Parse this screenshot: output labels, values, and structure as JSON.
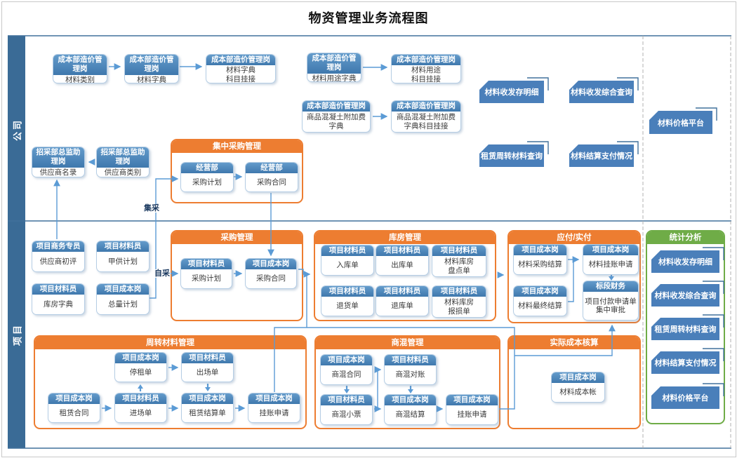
{
  "title": "物资管理业务流程图",
  "lanes": {
    "company": "公司",
    "project": "项目"
  },
  "edge_labels": {
    "central": "集采",
    "self": "自采"
  },
  "colors": {
    "accent_blue": "#4A7FBA",
    "accent_orange": "#ED7D31",
    "accent_green": "#6FAC47",
    "connector": "#5B9BD5",
    "lane_bar": "#3A6B96"
  },
  "company": {
    "dict_chain": [
      {
        "role": "成本部造价管理岗",
        "label": "材料类别"
      },
      {
        "role": "成本部造价管理岗",
        "label": "材料字典"
      },
      {
        "role": "成本部造价管理岗",
        "label": "材料字典\n科目挂接"
      }
    ],
    "usage_chain": [
      {
        "role": "成本部造价管理岗",
        "label": "材料用途字典"
      },
      {
        "role": "成本部造价管理岗",
        "label": "材料用途\n科目挂接"
      }
    ],
    "concrete_chain": [
      {
        "role": "成本部造价管理岗",
        "label": "商品混凝土附加费字典"
      },
      {
        "role": "成本部造价管理岗",
        "label": "商品混凝土附加费字典科目挂接"
      }
    ],
    "supplier_chain": [
      {
        "role": "招采部总监助理岗",
        "label": "供应商名录"
      },
      {
        "role": "招采部总监助理岗",
        "label": "供应商类别"
      }
    ],
    "central_purchasing": {
      "title": "集中采购管理",
      "nodes": [
        {
          "role": "经营部",
          "label": "采购计划"
        },
        {
          "role": "经营部",
          "label": "采购合同"
        }
      ]
    },
    "report_cards": [
      "材料收发存明细",
      "材料收发综合查询",
      "租赁周转材料查询",
      "材料结算支付情况",
      "材料价格平台"
    ]
  },
  "project": {
    "prep_nodes": [
      {
        "role": "项目商务专员",
        "label": "供应商初评"
      },
      {
        "role": "项目材料员",
        "label": "甲供计划"
      },
      {
        "role": "项目材料员",
        "label": "库房字典"
      },
      {
        "role": "项目成本岗",
        "label": "总量计划"
      }
    ],
    "purchasing": {
      "title": "采购管理",
      "nodes": [
        {
          "role": "项目材料员",
          "label": "采购计划"
        },
        {
          "role": "项目成本岗",
          "label": "采购合同"
        }
      ]
    },
    "warehouse": {
      "title": "库房管理",
      "nodes": [
        {
          "role": "项目材料员",
          "label": "入库单"
        },
        {
          "role": "项目材料员",
          "label": "出库单"
        },
        {
          "role": "项目材料员",
          "label": "材料库房\n盘点单"
        },
        {
          "role": "项目材料员",
          "label": "退货单"
        },
        {
          "role": "项目材料员",
          "label": "退库单"
        },
        {
          "role": "项目材料员",
          "label": "材料库房\n报损单"
        }
      ]
    },
    "payable": {
      "title": "应付/实付",
      "nodes": [
        {
          "role": "项目成本岗",
          "label": "材料采购结算"
        },
        {
          "role": "项目成本岗",
          "label": "材料挂账申请"
        },
        {
          "role": "项目成本岗",
          "label": "材料最终结算"
        },
        {
          "role": "标段财务",
          "label": "项目付款申请单集中审批"
        }
      ]
    },
    "turnover": {
      "title": "周转材料管理",
      "nodes": [
        {
          "role": "项目成本岗",
          "label": "停租单"
        },
        {
          "role": "项目材料员",
          "label": "出场单"
        },
        {
          "role": "项目成本岗",
          "label": "租赁合同"
        },
        {
          "role": "项目材料员",
          "label": "进场单"
        },
        {
          "role": "项目成本岗",
          "label": "租赁结算单"
        },
        {
          "role": "项目成本岗",
          "label": "挂账申请"
        }
      ]
    },
    "concrete": {
      "title": "商混管理",
      "nodes": [
        {
          "role": "项目成本岗",
          "label": "商混合同"
        },
        {
          "role": "项目材料员",
          "label": "商混对账"
        },
        {
          "role": "项目材料员",
          "label": "商混小票"
        },
        {
          "role": "项目成本岗",
          "label": "商混结算"
        },
        {
          "role": "项目成本岗",
          "label": "挂账申请"
        }
      ]
    },
    "actual_cost": {
      "title": "实际成本核算",
      "nodes": [
        {
          "role": "项目成本岗",
          "label": "材料成本帐"
        }
      ]
    },
    "stats": {
      "title": "统计分析",
      "cards": [
        "材料收发存明细",
        "材料收发综合查询",
        "租赁周转材料查询",
        "材料结算支付情况",
        "材料价格平台"
      ]
    }
  }
}
